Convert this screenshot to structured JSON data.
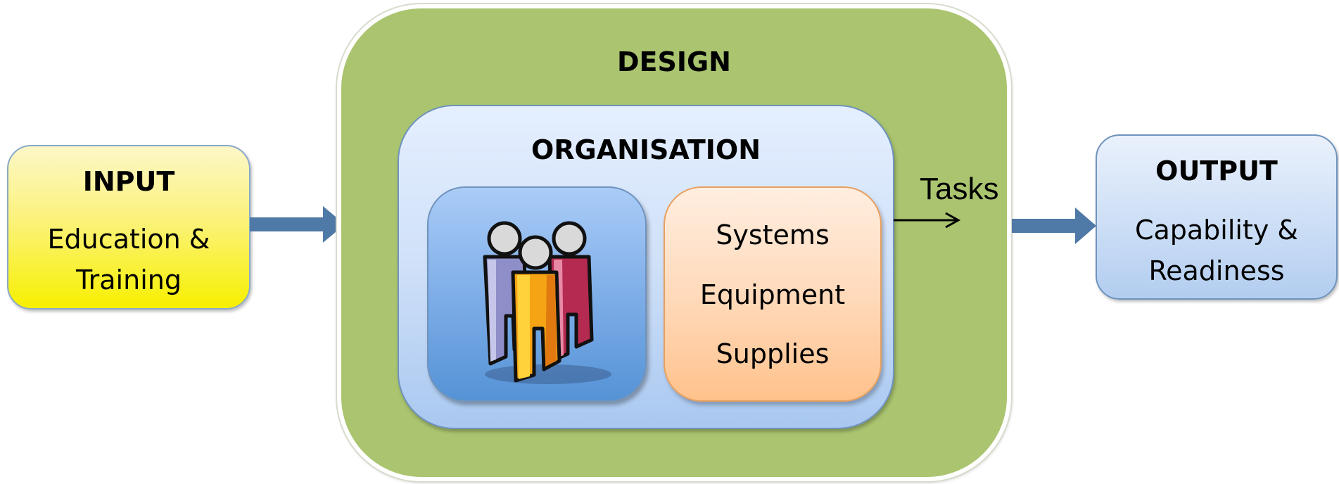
{
  "input": {
    "title": "INPUT",
    "line1": "Education &",
    "line2": "Training"
  },
  "design": {
    "title": "DESIGN"
  },
  "organisation": {
    "title": "ORGANISATION",
    "items": [
      "Systems",
      "Equipment",
      "Supplies"
    ]
  },
  "tasks": {
    "label": "Tasks"
  },
  "output": {
    "title": "OUTPUT",
    "line1": "Capability &",
    "line2": "Readiness"
  },
  "icons": {
    "people": "people-group-icon",
    "arrow_in": "arrow-right-icon",
    "arrow_out": "arrow-right-icon",
    "tasks_arrow": "thin-arrow-right-icon"
  },
  "colors": {
    "design_green": "#aac46f",
    "block_arrow": "#4f79a6",
    "input_yellow": "#f7f000",
    "org_blue": "#cfe0f8",
    "systems_orange": "#ffd8b7"
  }
}
